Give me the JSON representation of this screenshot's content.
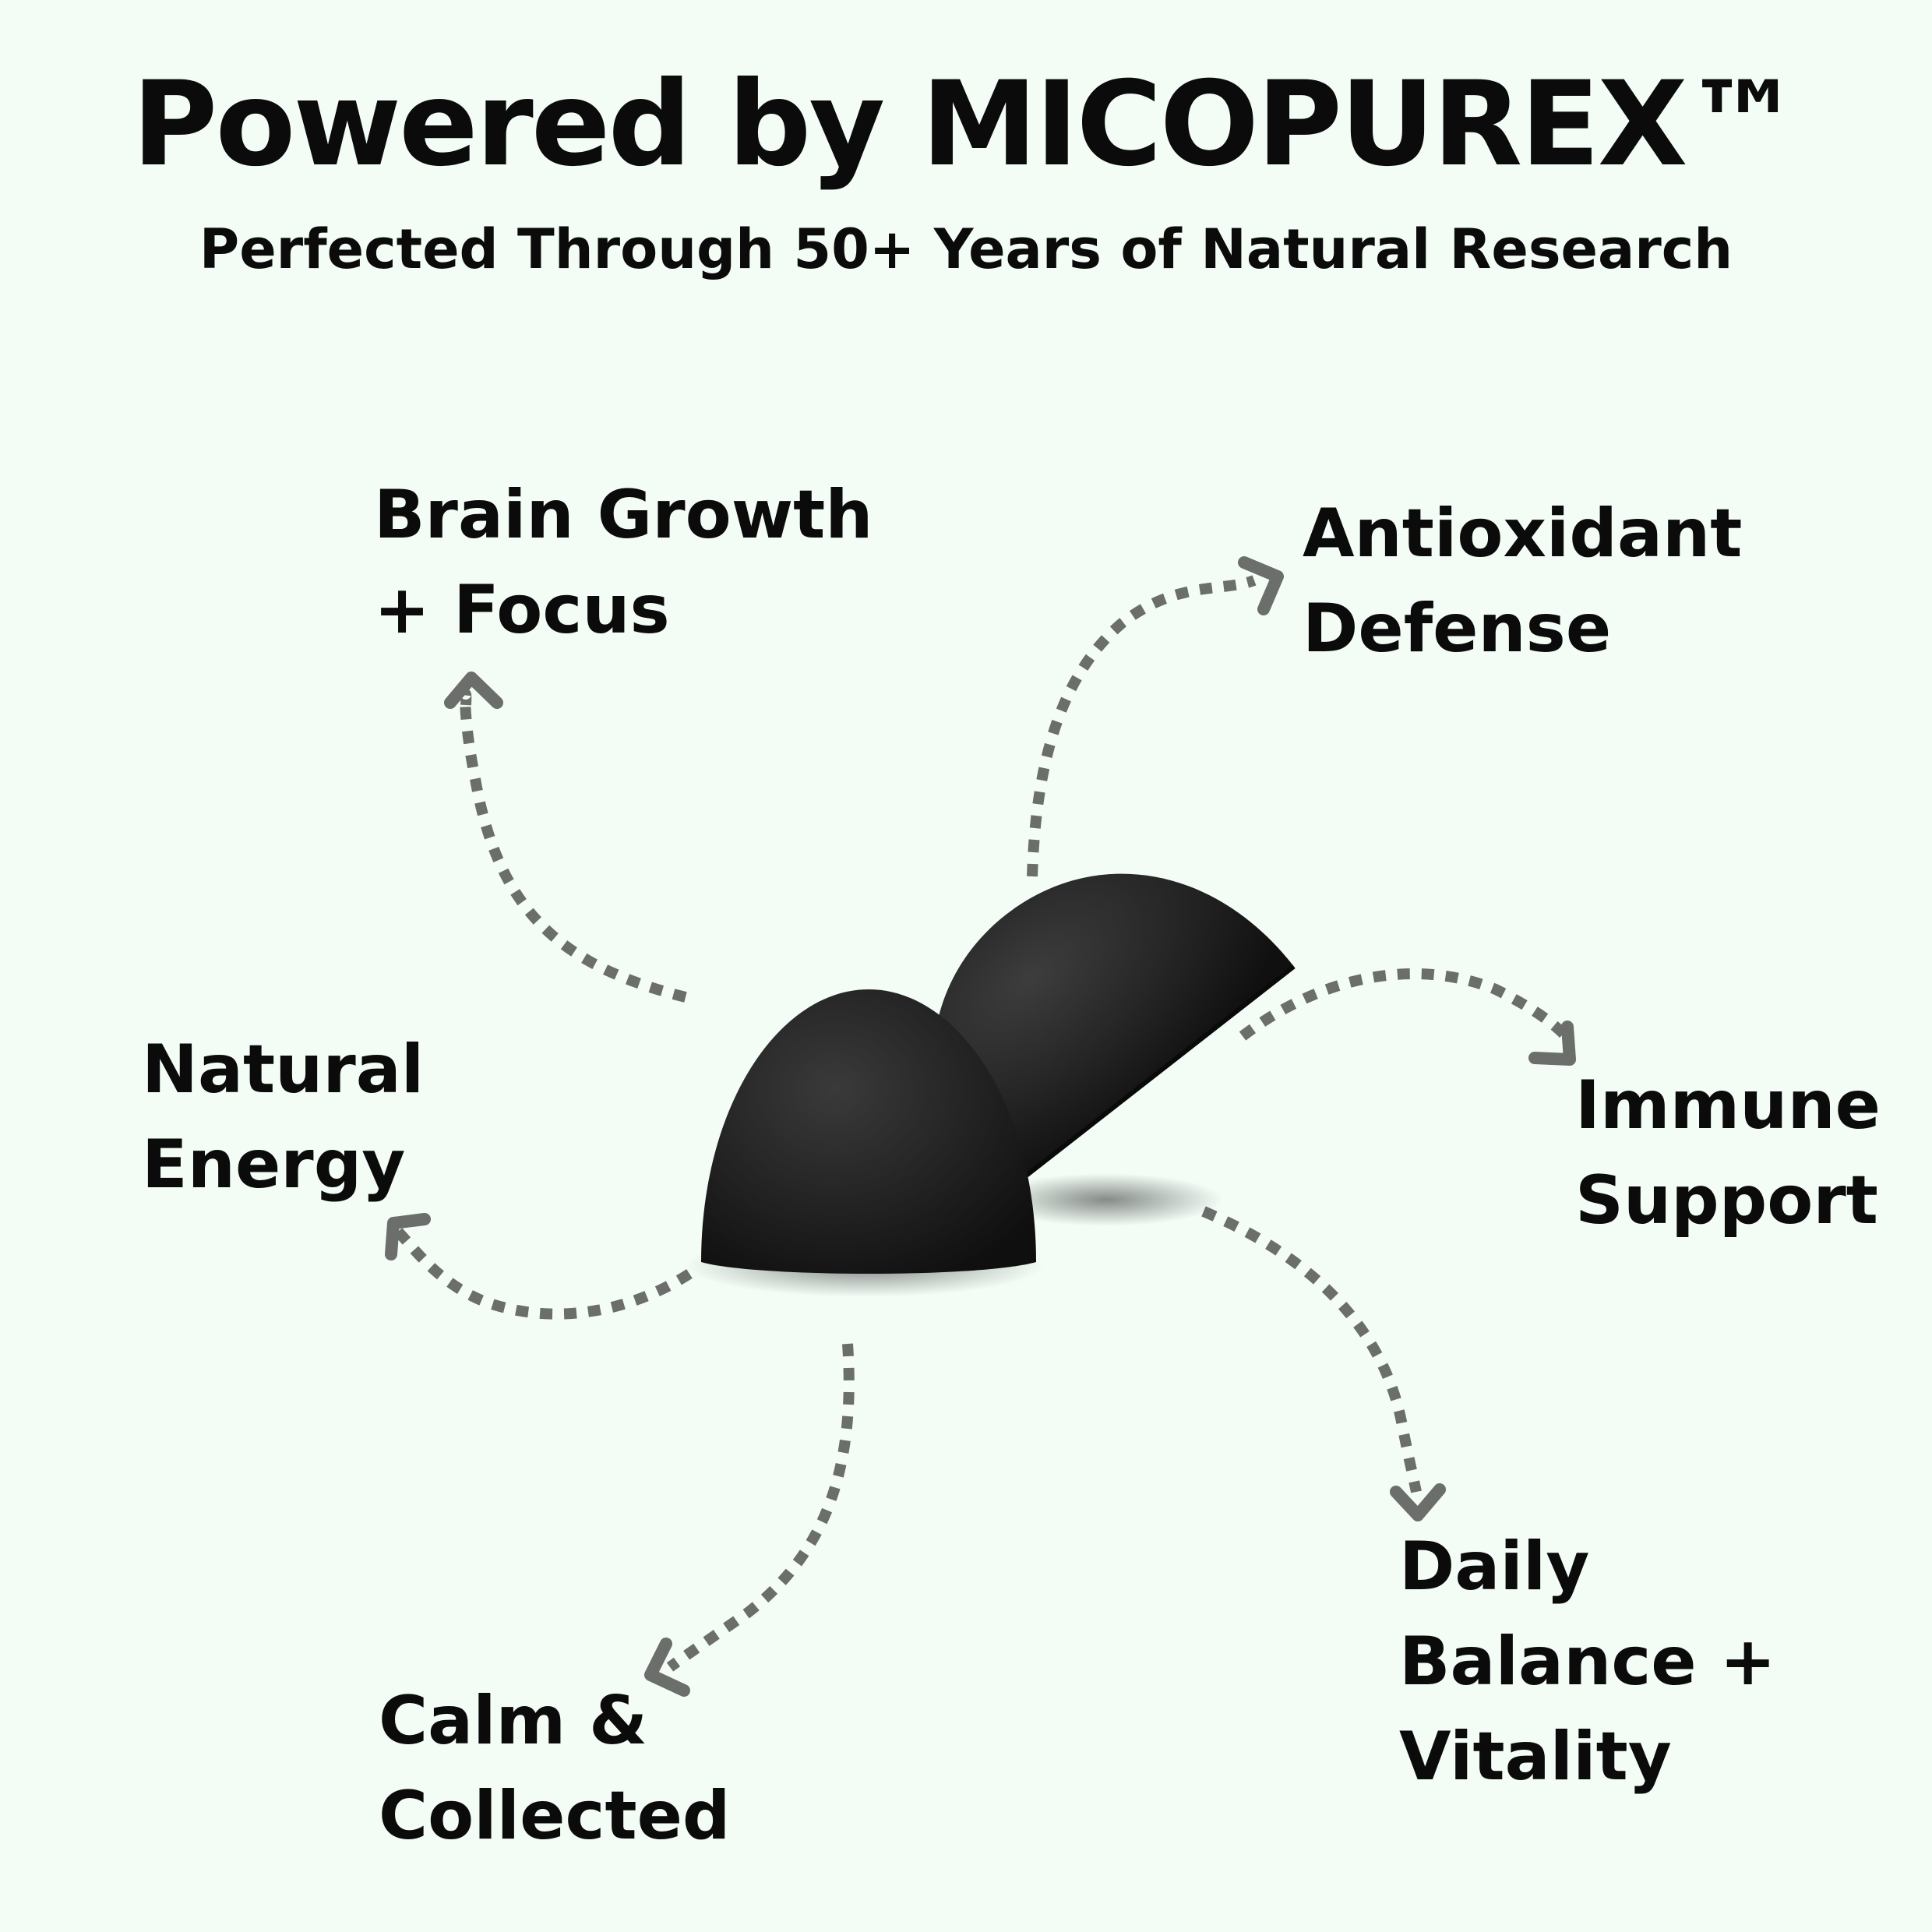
{
  "header": {
    "title": "Powered by MICOPUREX™",
    "subtitle": "Perfected Through 50+ Years of Natural Research"
  },
  "benefits": [
    {
      "label": "Brain Growth\n+ Focus"
    },
    {
      "label": "Antioxidant\nDefense"
    },
    {
      "label": "Natural\nEnergy"
    },
    {
      "label": "Immune\nSupport"
    },
    {
      "label": "Daily\nBalance +\nVitality"
    },
    {
      "label": "Calm &\nCollected"
    }
  ],
  "colors": {
    "background": "#f3fdf6",
    "text": "#0b0b0b",
    "arrow": "#6b6e6a",
    "gummy": "#1c1c1c"
  }
}
